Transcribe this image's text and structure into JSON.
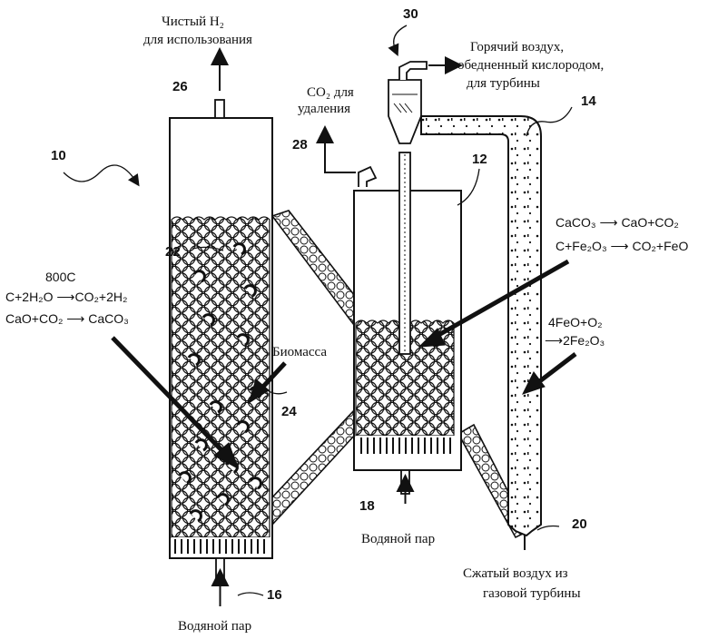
{
  "labels": {
    "pure_h2_line1": "Чистый H₂",
    "pure_h2_line2": "для использования",
    "co2_line1": "CO₂ для",
    "co2_line2": "удаления",
    "hot_air_line1": "Горячий воздух,",
    "hot_air_line2": "обедненный кислородом,",
    "hot_air_line3": "для турбины",
    "biomass": "Биомасса",
    "steam_left": "Водяной пар",
    "steam_center": "Водяной пар",
    "compressed_air_line1": "Сжатый воздух из",
    "compressed_air_line2": "газовой турбины"
  },
  "equations": {
    "left_temp": "800C",
    "left_eq1": "C+2H₂O ⟶CO₂+2H₂",
    "left_eq2": "CaO+CO₂ ⟶ CaCO₃",
    "center_eq1": "CaCO₃ ⟶ CaO+CO₂",
    "center_eq2": "C+Fe₂O₃ ⟶ CO₂+FeO",
    "right_eq1": "4FeO+O₂",
    "right_eq2": "⟶2Fe₂O₃"
  },
  "refs": {
    "r10": "10",
    "r12": "12",
    "r14": "14",
    "r16": "16",
    "r18": "18",
    "r20": "20",
    "r22": "22",
    "r24": "24",
    "r26": "26",
    "r28": "28",
    "r30": "30"
  }
}
